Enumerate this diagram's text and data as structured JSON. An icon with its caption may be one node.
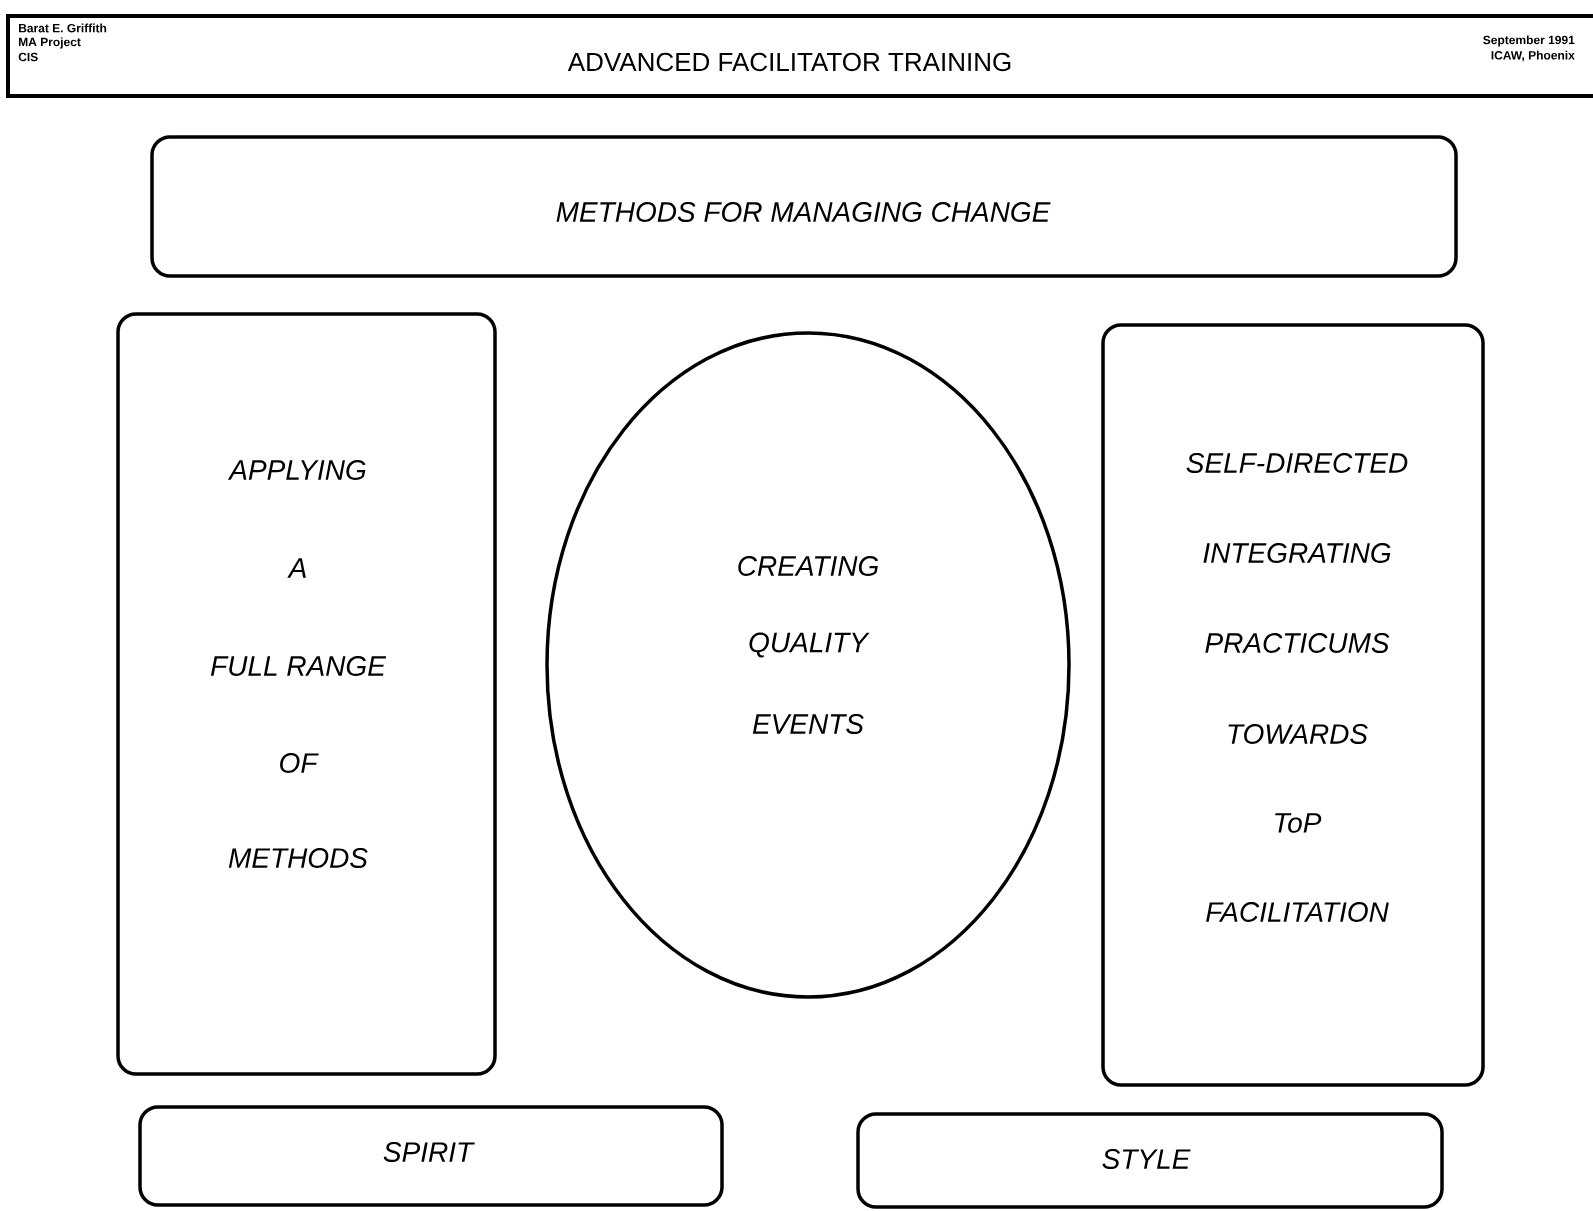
{
  "diagram": {
    "title": "ADVANCED FACILITATOR TRAINING",
    "nodes": [
      {
        "text": [
          "METHODS FOR MANAGING CHANGE"
        ]
      },
      {
        "text": [
          "APPLYING",
          "A",
          "FULL RANGE",
          "OF",
          "METHODS"
        ]
      },
      {
        "text": [
          "CREATING",
          "QUALITY",
          "EVENTS"
        ]
      },
      {
        "text": [
          "SELF-DIRECTED",
          "INTEGRATING",
          "PRACTICUMS",
          "TOWARDS",
          "ToP",
          "FACILITATION"
        ]
      },
      {
        "text": [
          "SPIRIT"
        ]
      },
      {
        "text": [
          "STYLE"
        ]
      }
    ],
    "labels": [
      "Barat E. Griffith",
      "MA Project",
      "CIS",
      "September 1991",
      "ICAW, Phoenix"
    ]
  }
}
